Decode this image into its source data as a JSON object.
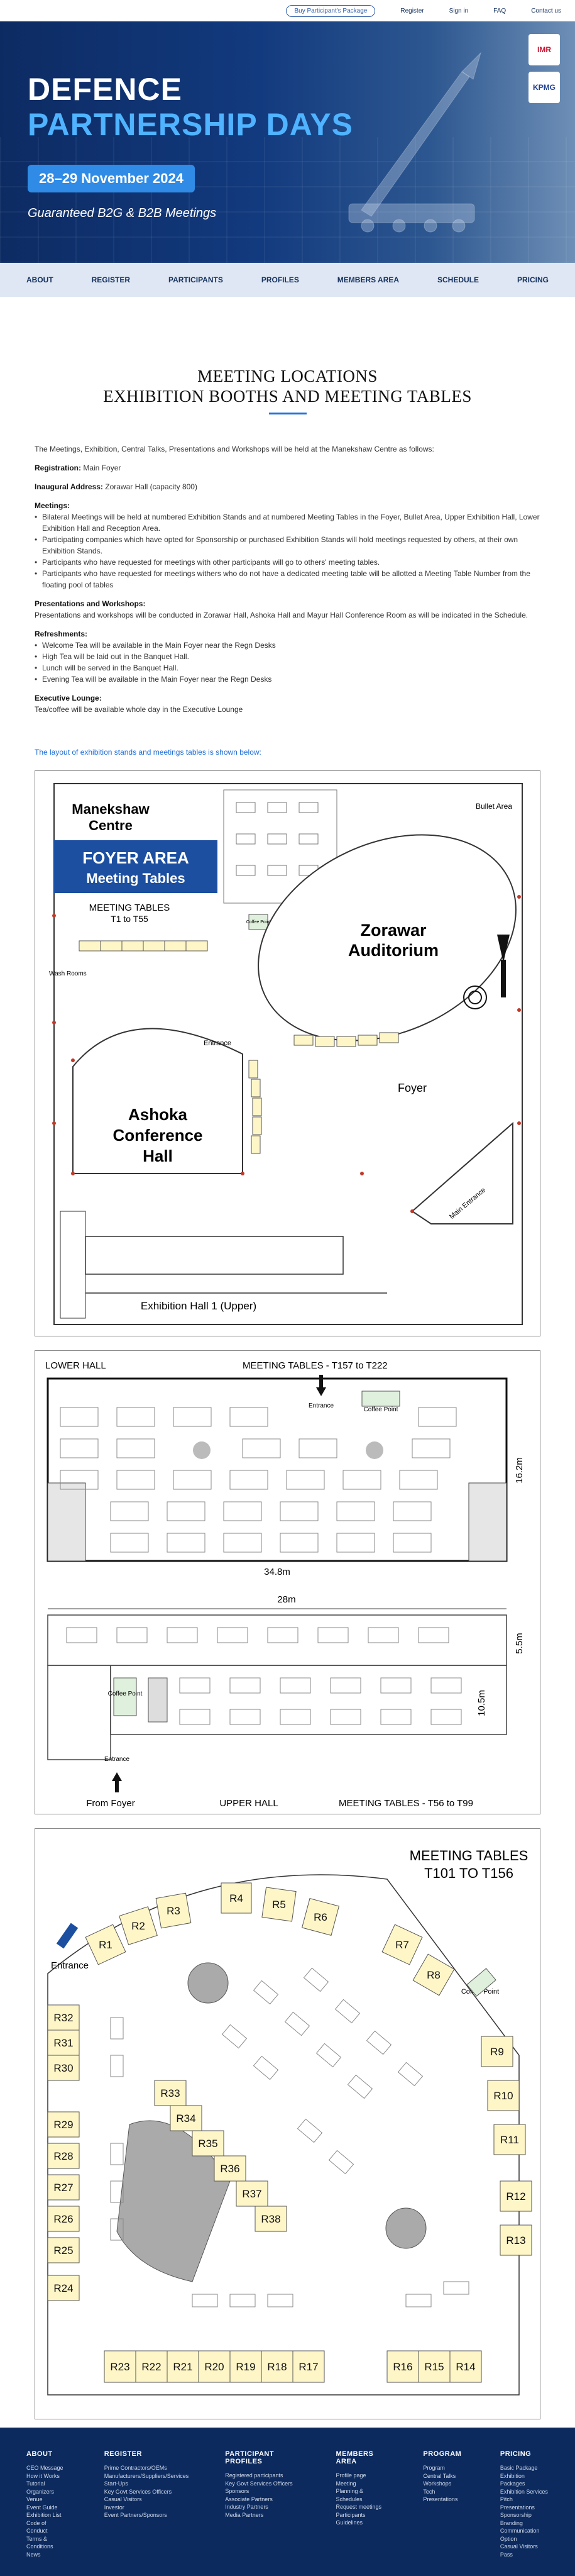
{
  "topbar": {
    "package": "Buy Participant's Package",
    "register": "Register",
    "signin": "Sign in",
    "faq": "FAQ",
    "contact": "Contact us"
  },
  "hero": {
    "title_line1": "DEFENCE",
    "title_line2": "PARTNERSHIP DAYS",
    "dates": "28–29 November 2024",
    "tagline": "Guaranteed B2G & B2B Meetings",
    "logo1": "IMR",
    "logo2": "KPMG"
  },
  "nav": [
    "ABOUT",
    "REGISTER",
    "PARTICIPANTS",
    "PROFILES",
    "MEMBERS AREA",
    "SCHEDULE",
    "PRICING"
  ],
  "page": {
    "heading1": "MEETING LOCATIONS",
    "heading2": "EXHIBITION BOOTHS AND MEETING TABLES",
    "intro": "The Meetings, Exhibition, Central Talks, Presentations and Workshops will be held at the Manekshaw Centre as follows:",
    "registration_label": "Registration:",
    "registration_value": " Main Foyer",
    "inaugural_label": "Inaugural Address:",
    "inaugural_value": " Zorawar Hall (capacity 800)",
    "meetings_label": "Meetings:",
    "meetings": [
      "Bilateral Meetings will be held at numbered Exhibition Stands and at numbered Meeting Tables in the Foyer, Bullet Area, Upper Exhibition Hall, Lower Exhibition Hall and Reception Area.",
      "Participating companies which have opted for Sponsorship or purchased Exhibition Stands will hold meetings requested by others, at their own Exhibition Stands.",
      "Participants who have requested for meetings with other participants will go to others' meeting tables.",
      "Participants who have requested for meetings withers who do not have a dedicated meeting table will be allotted a Meeting Table Number from the floating pool of tables"
    ],
    "presentations_label": "Presentations and Workshops:",
    "presentations_text": "Presentations and workshops will be conducted in Zorawar Hall, Ashoka Hall and Mayur Hall Conference Room as will be indicated in the Schedule.",
    "refreshments_label": "Refreshments:",
    "refreshments": [
      "Welcome Tea will be available in the Main Foyer near the Regn Desks",
      "High Tea will be laid out in the Banquet Hall.",
      "Lunch will be served in the Banquet Hall.",
      "Evening Tea will be available in the Main Foyer near the Regn Desks"
    ],
    "lounge_label": "Executive Lounge:",
    "lounge_text": "Tea/coffee will be available whole day in the Executive Lounge",
    "layout_note": "The layout of exhibition stands and meetings tables is shown below:"
  },
  "map1": {
    "title1": "Manekshaw",
    "title2": "Centre",
    "foyer_area": "FOYER AREA",
    "foyer_sub": "Meeting Tables",
    "meeting_tables": "MEETING TABLES",
    "meeting_range": "T1 to T55",
    "zorawar1": "Zorawar",
    "zorawar2": "Auditorium",
    "ashoka1": "Ashoka",
    "ashoka2": "Conference",
    "ashoka3": "Hall",
    "bullet_area": "Bullet Area",
    "foyer": "Foyer",
    "entrance": "Entrance",
    "main_entrance": "Main Entrance",
    "wash_rooms": "Wash Rooms",
    "coffee_point": "Coffee Point",
    "exhibition_hall": "Exhibition Hall 1 (Upper)"
  },
  "map2": {
    "lower_hall": "LOWER HALL",
    "lower_tables": "MEETING TABLES - T157 to T222",
    "entrance": "Entrance",
    "coffee_point": "Coffee Point",
    "width_lower": "34.8m",
    "height_lower": "16.2m",
    "width_upper": "28m",
    "height_upper1": "5.5m",
    "height_upper2": "10.5m",
    "from_foyer": "From Foyer",
    "upper_hall": "UPPER HALL",
    "upper_tables": "MEETING TABLES - T56 to T99",
    "entrance2": "Entrance",
    "coffee2": "Coffee Point"
  },
  "map3": {
    "title1": "MEETING TABLES",
    "title2": "T101 TO T156",
    "entrance": "Entrance",
    "coffee_point": "Coffee Point",
    "top_stands": [
      "R1",
      "R2",
      "R3",
      "R4",
      "R5",
      "R6",
      "R7",
      "R8"
    ],
    "right_stands": [
      "R9",
      "R10",
      "R11",
      "R12",
      "R13"
    ],
    "bottom_stands": [
      "R23",
      "R22",
      "R21",
      "R20",
      "R19",
      "R18",
      "R17",
      "R16",
      "R15",
      "R14"
    ],
    "left_stands": [
      "R32",
      "R31",
      "R30",
      "R29",
      "R28",
      "R27",
      "R26",
      "R25",
      "R24"
    ],
    "inner_stands": [
      "R33",
      "R34",
      "R35",
      "R36",
      "R37",
      "R38"
    ]
  },
  "footer": {
    "cols": [
      {
        "title": "ABOUT",
        "items": [
          "CEO Message",
          "How it Works",
          "Tutorial",
          "Organizers",
          "Venue",
          "Event Guide",
          "Exhibition List",
          "Code of Conduct",
          "Terms & Conditions",
          "News"
        ]
      },
      {
        "title": "REGISTER",
        "items": [
          "Prime Contractors/OEMs",
          "Manufacturers/Suppliers/Services",
          "Start-Ups",
          "Key Govt Services Officers",
          "Casual Visitors",
          "Investor",
          "Event Partners/Sponsors"
        ]
      },
      {
        "title": "PARTICIPANT PROFILES",
        "items": [
          "Registered participants",
          "Key Govt Services Officers",
          "Sponsors",
          "Associate Partners",
          "Industry Partners",
          "Media Partners"
        ]
      },
      {
        "title": "MEMBERS AREA",
        "items": [
          "Profile page",
          "Meeting",
          "Planning & Schedules",
          "Request meetings",
          "Participants Guidelines"
        ]
      },
      {
        "title": "PROGRAM",
        "items": [
          "Program",
          "Central Talks",
          "Workshops",
          "Tech Presentations"
        ]
      },
      {
        "title": "PRICING",
        "items": [
          "Basic Package",
          "Exhibition Packages",
          "Exhibition Services",
          "Pitch Presentations",
          "Sponsorship",
          "Branding",
          "Communication Option",
          "Casual Visitors Pass"
        ]
      }
    ]
  }
}
